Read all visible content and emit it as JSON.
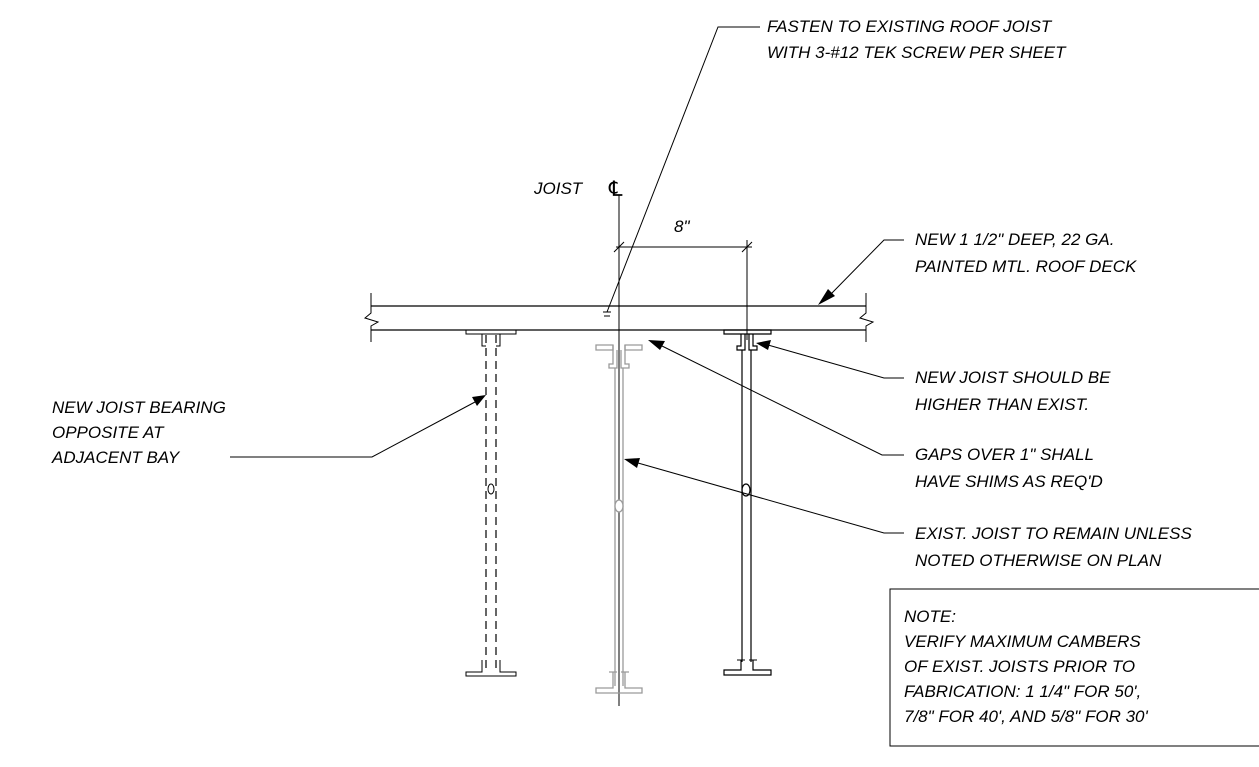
{
  "notes": {
    "fasten_line1": "FASTEN TO EXISTING ROOF JOIST",
    "fasten_line2": "WITH 3-#12 TEK SCREW PER SHEET",
    "joist_centerline_label": "JOIST",
    "centerline_symbol": "℄",
    "dimension_spacing": "8\"",
    "deck_line1": "NEW 1 1/2\" DEEP, 22 GA.",
    "deck_line2": "PAINTED MTL. ROOF DECK",
    "new_joist_line1": "NEW JOIST SHOULD BE",
    "new_joist_line2": "HIGHER THAN EXIST.",
    "bearing_line1": "NEW JOIST BEARING",
    "bearing_line2": "OPPOSITE AT",
    "bearing_line3": "ADJACENT BAY",
    "gaps_line1": "GAPS OVER 1\" SHALL",
    "gaps_line2": "HAVE SHIMS AS REQ'D",
    "exist_line1": "EXIST. JOIST TO REMAIN UNLESS",
    "exist_line2": "NOTED OTHERWISE ON PLAN"
  },
  "note_box": {
    "line1": "NOTE:",
    "line2": "VERIFY MAXIMUM CAMBERS",
    "line3": "OF EXIST. JOISTS PRIOR TO",
    "line4": "FABRICATION: 1 1/4\" FOR 50',",
    "line5": "7/8\" FOR 40', AND 5/8\" FOR 30'"
  }
}
